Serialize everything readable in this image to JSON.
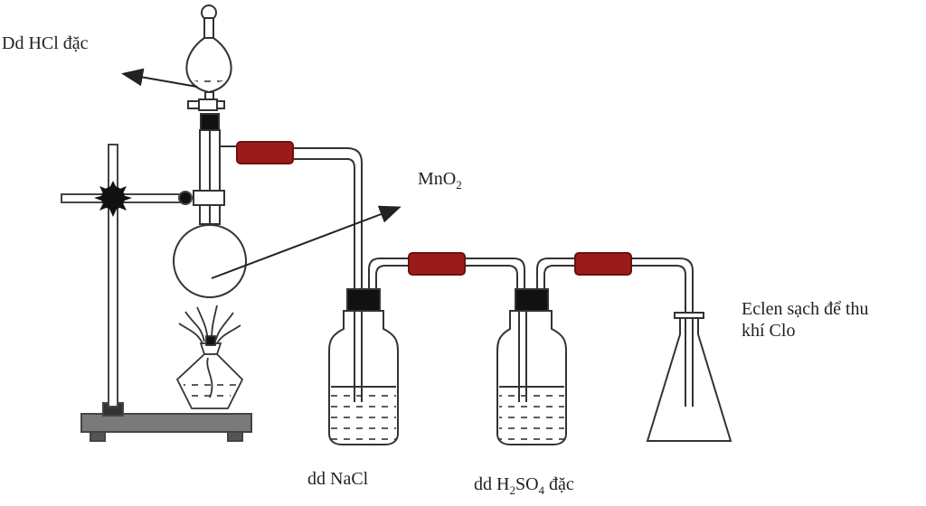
{
  "labels": {
    "hcl": "Dd HCl đặc",
    "mno2": {
      "main": "MnO",
      "sub": "2"
    },
    "eclen_line1": "Eclen sạch để thu",
    "eclen_line2": "khí Clo",
    "nacl": "dd NaCl",
    "h2so4": {
      "a": "dd H",
      "s1": "2",
      "b": "SO",
      "s2": "4",
      "c": " đặc"
    }
  },
  "colors": {
    "stroke": "#333333",
    "rubber_tube": "#9b1b1b",
    "stopper": "#111111",
    "liquid_dash": "#333333",
    "stand": "#444444"
  }
}
